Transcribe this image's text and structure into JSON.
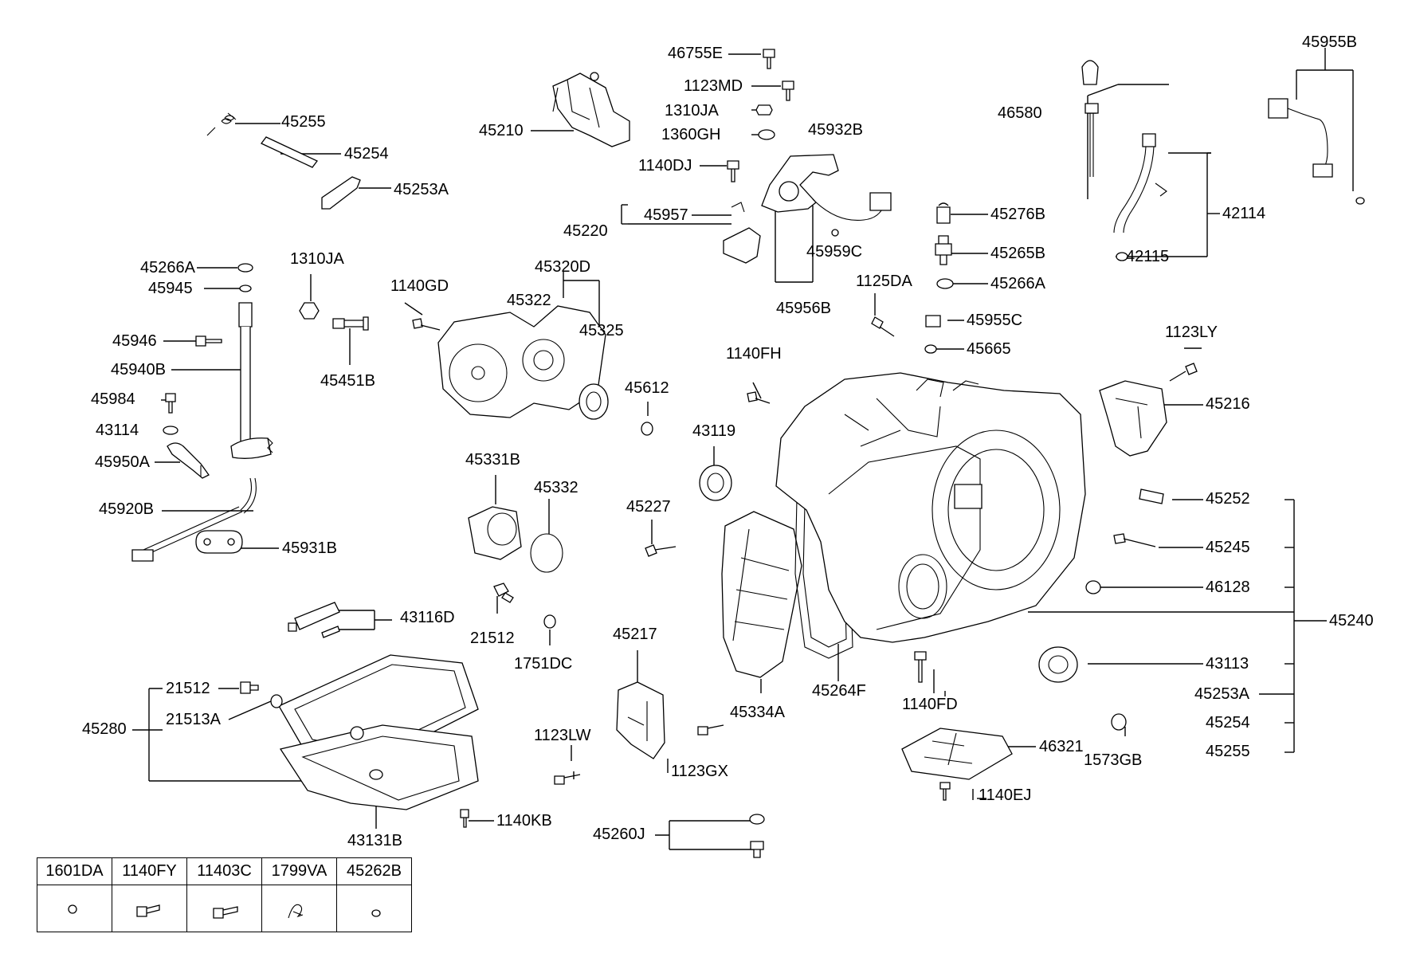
{
  "labels": {
    "p45255a": "45255",
    "p45254a": "45254",
    "p45253Aa": "45253A",
    "p45210": "45210",
    "p46755E": "46755E",
    "p1123MD": "1123MD",
    "p1310JAa": "1310JA",
    "p1360GH": "1360GH",
    "p1140DJ": "1140DJ",
    "p45932B": "45932B",
    "p46580": "46580",
    "p45955B": "45955B",
    "p42114": "42114",
    "p42115": "42115",
    "p45276B": "45276B",
    "p45265B": "45265B",
    "p45266Ab": "45266A",
    "p45957": "45957",
    "p45220": "45220",
    "p45959C": "45959C",
    "p45956B": "45956B",
    "p1125DA": "1125DA",
    "p45955C": "45955C",
    "p45665": "45665",
    "p45266Aa": "45266A",
    "p45945": "45945",
    "p1310JAb": "1310JA",
    "p1140GD": "1140GD",
    "p45320D": "45320D",
    "p45322": "45322",
    "p45325": "45325",
    "p45946": "45946",
    "p45940B": "45940B",
    "p45451B": "45451B",
    "p45984": "45984",
    "p43114": "43114",
    "p45950A": "45950A",
    "p45612": "45612",
    "p1140FH": "1140FH",
    "p1123LY": "1123LY",
    "p45216": "45216",
    "p43119": "43119",
    "p45331B": "45331B",
    "p45332": "45332",
    "p45920B": "45920B",
    "p45227": "45227",
    "p45252": "45252",
    "p45931B": "45931B",
    "p45245": "45245",
    "p46128": "46128",
    "p43116D": "43116D",
    "p21512a": "21512",
    "p45240": "45240",
    "p1751DC": "1751DC",
    "p45217": "45217",
    "p43113": "43113",
    "p21512b": "21512",
    "p45264F": "45264F",
    "p45253Ab": "45253A",
    "p45280": "45280",
    "p21513A": "21513A",
    "p45334A": "45334A",
    "p1140FD": "1140FD",
    "p45254b": "45254",
    "p46321": "46321",
    "p1123LW": "1123LW",
    "p45255b": "45255",
    "p1123GX": "1123GX",
    "p1573GB": "1573GB",
    "p1140EJ": "1140EJ",
    "p43131B": "43131B",
    "p1140KB": "1140KB",
    "p45260J": "45260J"
  },
  "legend": [
    "1601DA",
    "1140FY",
    "11403C",
    "1799VA",
    "45262B"
  ]
}
